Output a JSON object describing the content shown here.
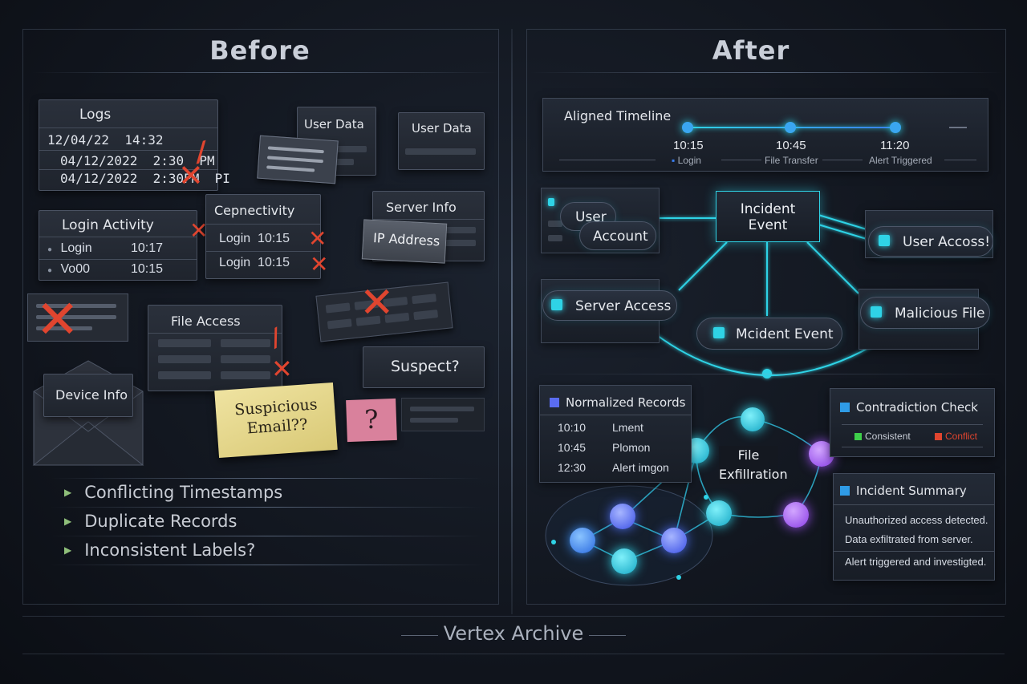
{
  "header": {
    "before_title": "Before",
    "after_title": "After"
  },
  "before": {
    "logs": {
      "title": "Logs",
      "rows": [
        "12/04/22  14:32",
        "04/12/2022  2:30  PM",
        "04/12/2022  2:30PM  PI"
      ]
    },
    "user_data_1": "User Data",
    "user_data_2": "User Data",
    "login_activity": {
      "title": "Login Activity",
      "rows": [
        [
          "Login",
          "10:17"
        ],
        [
          "Vo00",
          "10:15"
        ]
      ]
    },
    "connectivity": {
      "title": "Cepnectivity",
      "rows": [
        "Login  10:15",
        "Login  10:15"
      ]
    },
    "server_info": "Server Info",
    "ip_address": "IP Address",
    "file_access": "File Access",
    "suspect": "Suspect?",
    "device_info": "Device Info",
    "sticky_note": "Suspicious Email??",
    "question_note": "?",
    "issues": [
      "Conflicting Timestamps",
      "Duplicate Records",
      "Inconsistent Labels?"
    ]
  },
  "after": {
    "timeline": {
      "title": "Aligned Timeline",
      "events": [
        {
          "time": "10:15",
          "label": "Login"
        },
        {
          "time": "10:45",
          "label": "File Transfer"
        },
        {
          "time": "11:20",
          "label": "Alert Triggered"
        }
      ]
    },
    "graph": {
      "user": "User",
      "account": "Account",
      "incident_event": "Incident Event",
      "user_access": "User Accoss!",
      "server_access": "Server Access",
      "malicious_file": "Malicious File",
      "mcident_event": "Mcident Event"
    },
    "normalized": {
      "title": "Normalized Records",
      "rows": [
        [
          "10:10",
          "Lment"
        ],
        [
          "10:45",
          "Plomon"
        ],
        [
          "12:30",
          "Alert imgon"
        ]
      ]
    },
    "exfil": {
      "label": "File Exfillration"
    },
    "contradiction": {
      "title": "Contradiction Check",
      "consistent": "Consistent",
      "conflict": "Conflict"
    },
    "summary": {
      "title": "Incident Summary",
      "lines": [
        "Unauthorized access detected.",
        "Data exfiltrated from server.",
        "Alert triggered and investigted."
      ]
    },
    "colors": {
      "accent_cyan": "#2fd3e6",
      "node_blue": "#3a5cf0",
      "node_purple": "#9b4ff0",
      "conflict_red": "#e0452f",
      "consistent_green": "#3ecf4a"
    }
  },
  "footer": {
    "brand": "Vertex Archive"
  }
}
